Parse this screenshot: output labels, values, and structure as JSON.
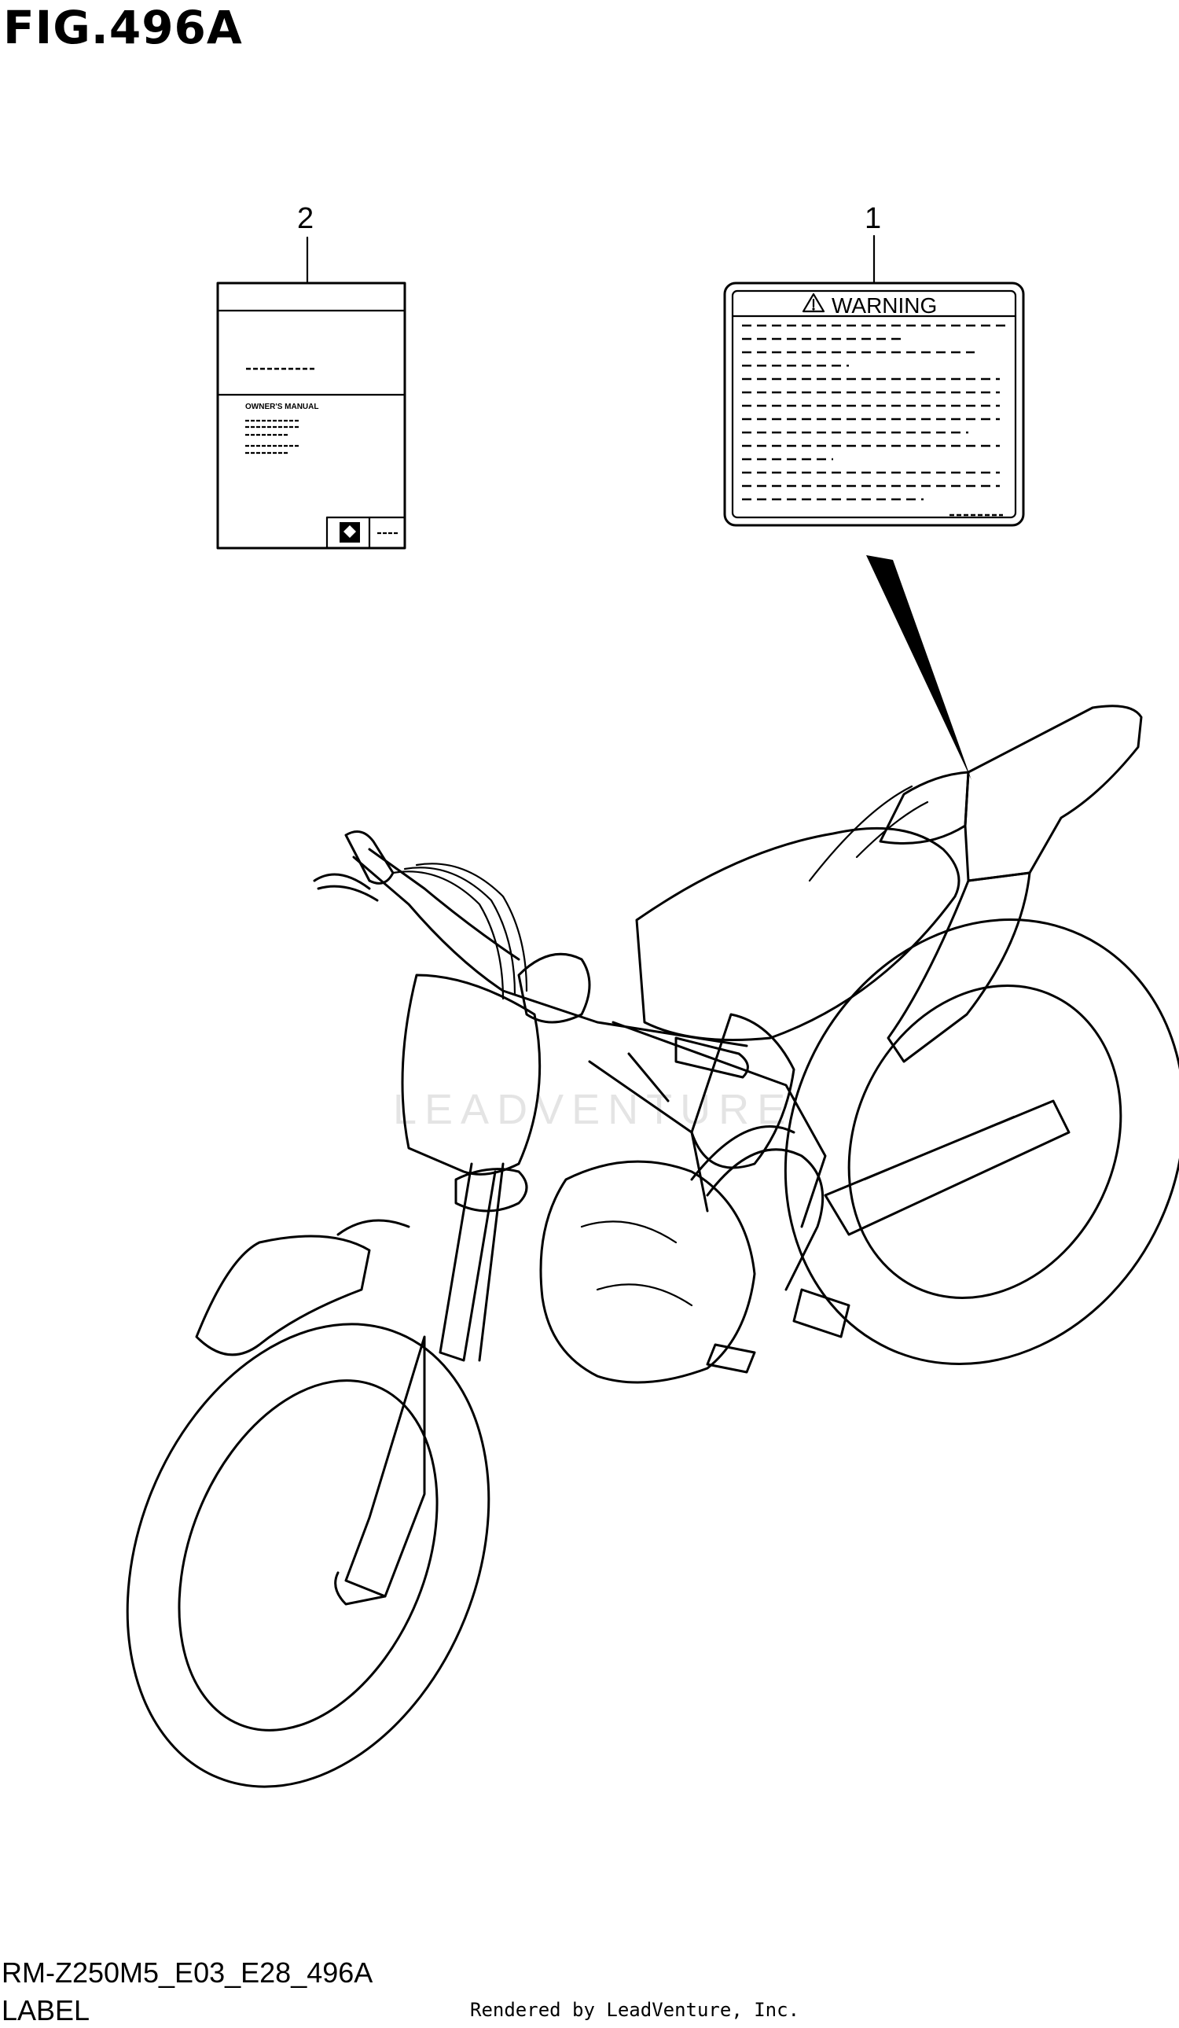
{
  "figure": {
    "title": "FIG.496A"
  },
  "callouts": [
    {
      "id": "1",
      "label": "1"
    },
    {
      "id": "2",
      "label": "2"
    }
  ],
  "warning_label": {
    "heading": "WARNING",
    "icon": "warning-triangle-icon"
  },
  "owners_manual": {
    "heading": "OWNER'S MANUAL",
    "icon": "suzuki-logo-icon"
  },
  "watermark": "LEADVENTURE",
  "footer": {
    "model_code": "RM-Z250M5_E03_E28_496A",
    "section_name": "LABEL",
    "credit": "Rendered by LeadVenture, Inc."
  }
}
